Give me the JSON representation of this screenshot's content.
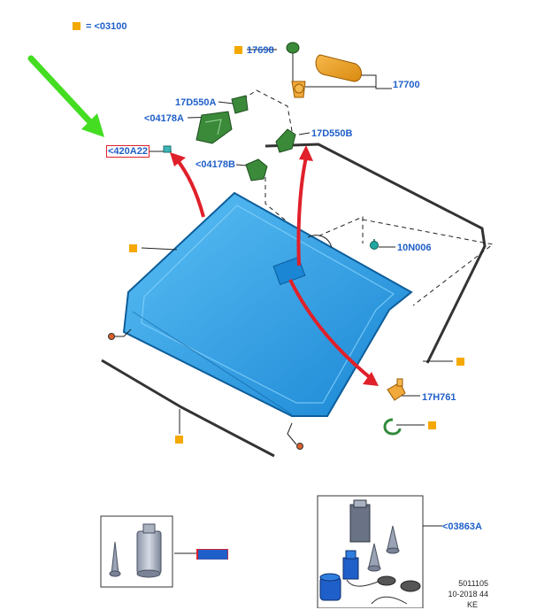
{
  "header_ref": "= <03100",
  "labels": {
    "part_17698": "17698",
    "part_17700": "17700",
    "part_17d550a": "17D550A",
    "part_04178a": "<04178A",
    "part_17d550b": "17D550B",
    "part_420a22": "<420A22",
    "part_04178b": "<04178B",
    "part_10n006": "10N006",
    "part_17h761": "17H761",
    "part_03863a": "<03863A",
    "part_redacted": "██████"
  },
  "footer": {
    "line1": "5011105",
    "line2": "10-2018 44",
    "line3": "KE"
  },
  "colors": {
    "label_blue": "#1f5fc9",
    "marker_orange": "#f5a800",
    "glass_blue": "#2a9fe6",
    "highlight_red": "#e0202a",
    "arrow_green": "#44dd22",
    "bracket_green": "#3a8a3a"
  }
}
